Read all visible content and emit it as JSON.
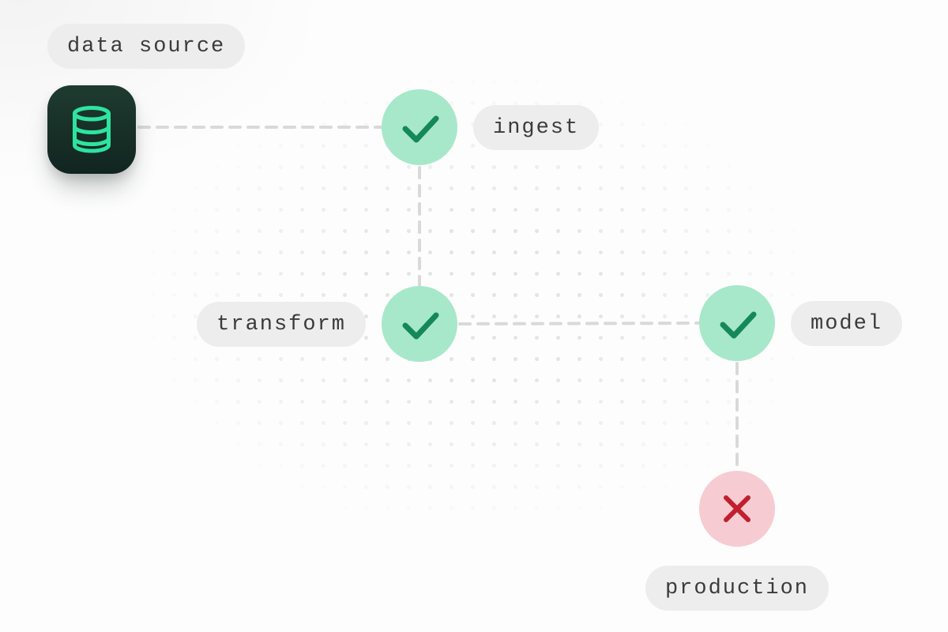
{
  "pipeline": {
    "source": {
      "label": "data source",
      "icon": "database-icon"
    },
    "stages": [
      {
        "label": "ingest",
        "status": "success",
        "icon": "check-icon"
      },
      {
        "label": "transform",
        "status": "success",
        "icon": "check-icon"
      },
      {
        "label": "model",
        "status": "success",
        "icon": "check-icon"
      },
      {
        "label": "production",
        "status": "failed",
        "icon": "x-icon"
      }
    ]
  },
  "colors": {
    "canvas_bg": "#fdfdfd",
    "dot": "#e4e4e4",
    "connector": "#d9d9d9",
    "pill_bg": "#ededed",
    "pill_text": "#3b3b3b",
    "tile_bg_top": "#1f3b30",
    "tile_bg_bottom": "#112520",
    "database_icon": "#2ee3a0",
    "success_bg": "#a7e8ca",
    "success_check": "#15885a",
    "error_bg": "#f6cbd2",
    "error_x": "#c11f2e"
  }
}
